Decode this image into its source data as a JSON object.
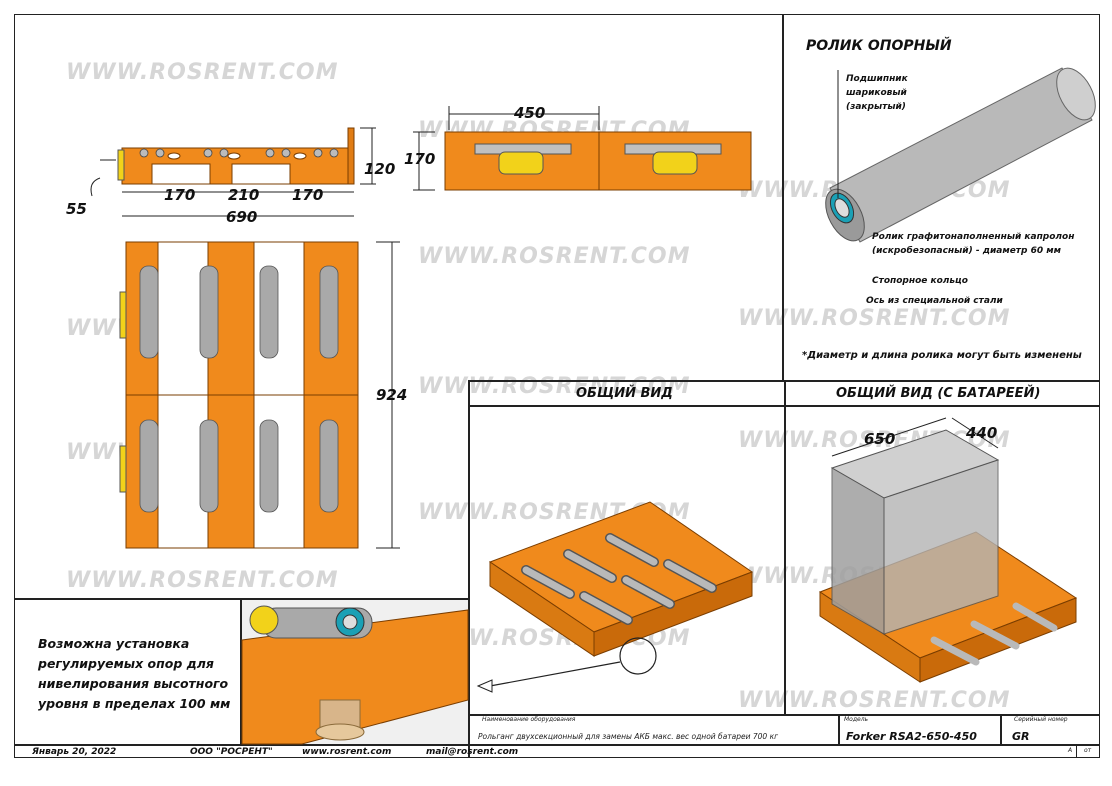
{
  "watermark": "WWW.ROSRENT.COM",
  "dims": {
    "top_width": "450",
    "top_height": "170",
    "side_height": "120",
    "side_left": "55",
    "seg1": "170",
    "seg2": "210",
    "seg3": "170",
    "total_width": "690",
    "plan_length": "924",
    "box_length": "650",
    "box_width": "440"
  },
  "roller": {
    "title": "РОЛИК ОПОРНЫЙ",
    "bearing": [
      "Подшипник",
      "шариковый",
      "(закрытый)"
    ],
    "roller_desc": [
      "Ролик графитонаполненный капролон",
      "(искробезопасный) - диаметр 60 мм"
    ],
    "ring": "Стопорное кольцо",
    "axle": "Ось из специальной стали",
    "footnote": "*Диаметр и длина ролика могут быть изменены"
  },
  "views": {
    "general": "ОБЩИЙ ВИД",
    "with_battery": "ОБЩИЙ ВИД (С БАТАРЕЕЙ)"
  },
  "note_text": [
    "Возможна установка",
    "регулируемых опор для",
    "нивелирования высотного",
    "уровня в пределах 100 мм"
  ],
  "title_block": {
    "name_label": "Наименование оборудования",
    "name_value": "Рольганг двухсекционный для замены АКБ макс. вес одной батареи 700 кг",
    "model_label": "Модель",
    "model_value": "Forker RSA2-650-450",
    "serial_label": "Серийный номер",
    "serial_value": "GR",
    "sheet_a": "А",
    "sheet_of": "от"
  },
  "footer": {
    "date": "Январь 20, 2022",
    "company": "ООО \"РОСРЕНТ\"",
    "site": "www.rosrent.com",
    "mail": "mail@rosrent.com"
  },
  "colors": {
    "orange": "#f08a1c",
    "dark_orange": "#c96a0a",
    "roller": "#a9a9a9",
    "yellow": "#f2d21a"
  }
}
